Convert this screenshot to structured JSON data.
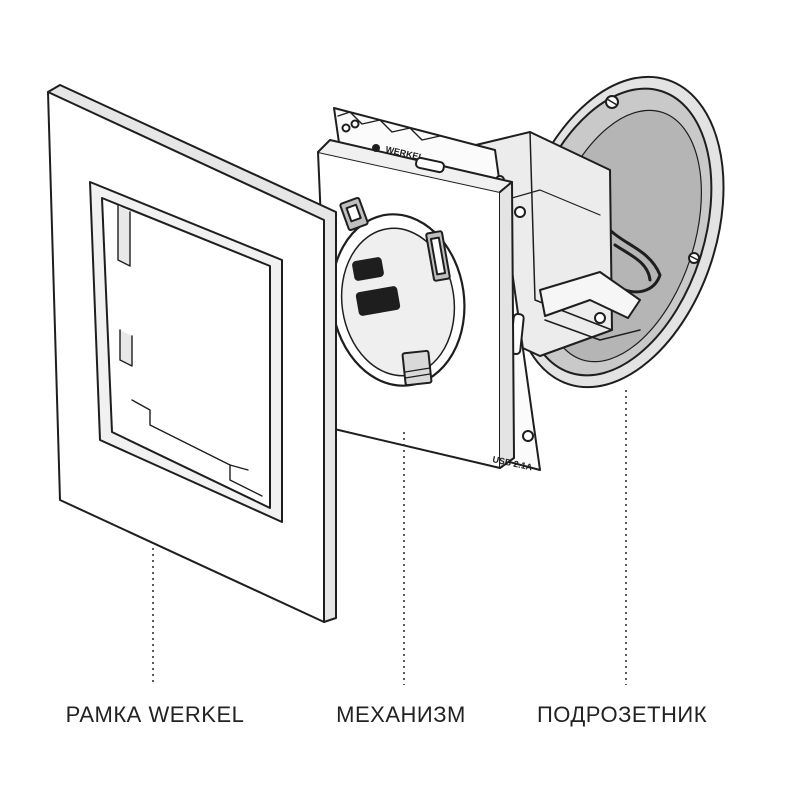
{
  "labels": {
    "frame": "РАМКА WERKEL",
    "mechanism": "МЕХАНИЗМ",
    "backbox": "ПОДРОЗЕТНИК"
  },
  "mechanism_marks": {
    "brand": "WERKEL",
    "usb_rating": "USB 2.1A"
  },
  "colors": {
    "line": "#1e1e1e",
    "fill_light": "#ffffff",
    "fill_shade": "#d9d9d9",
    "fill_dark": "#a8a8a8"
  }
}
